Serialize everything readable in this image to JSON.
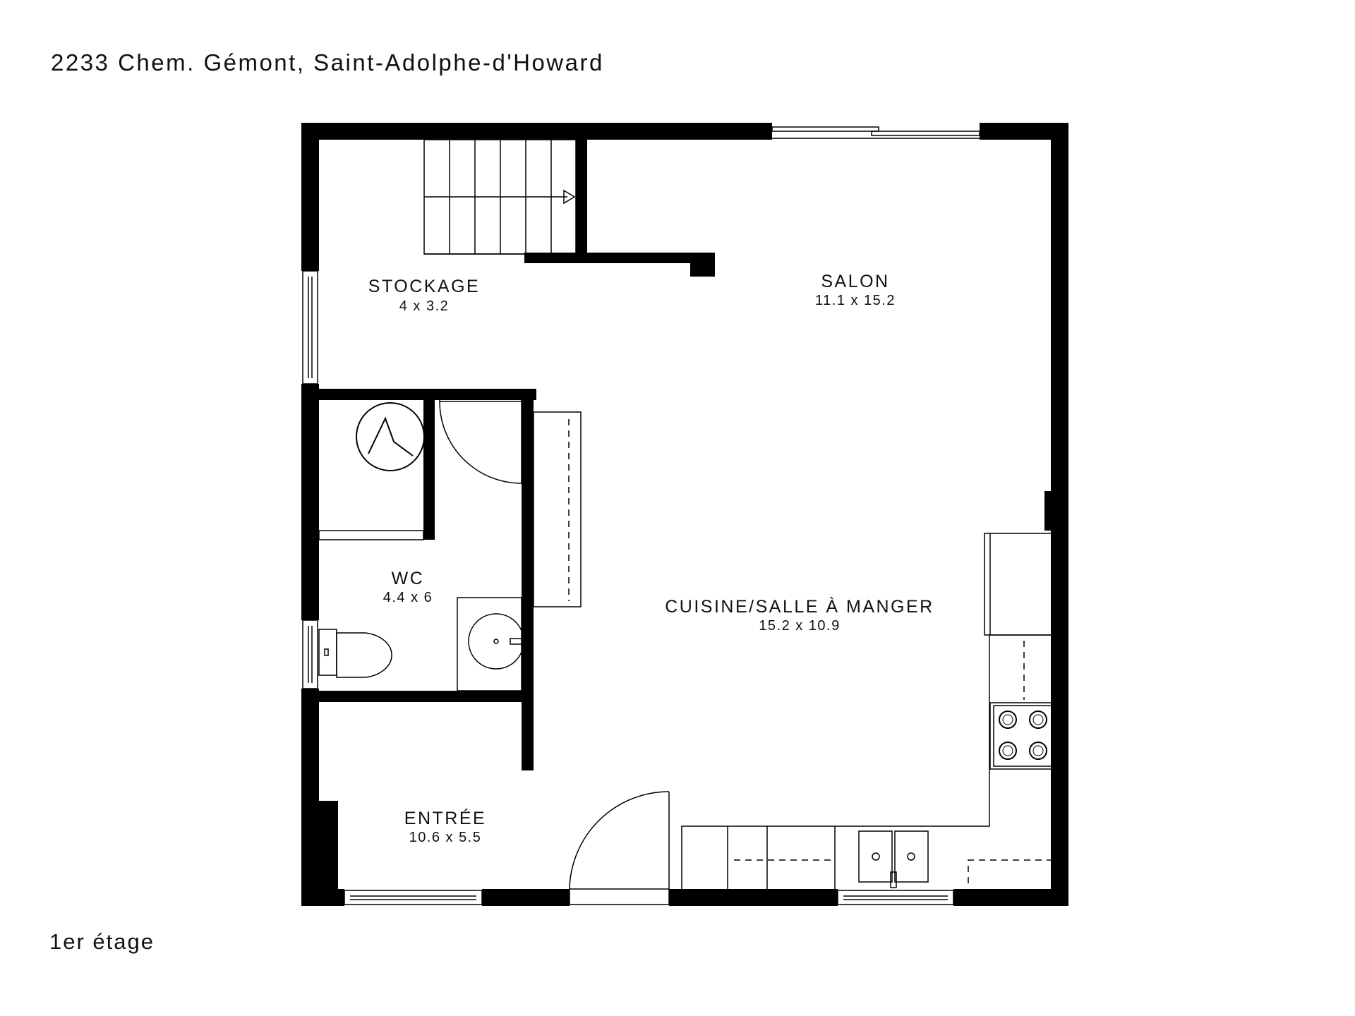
{
  "header": {
    "address": "2233 Chem. Gémont, Saint-Adolphe-d'Howard"
  },
  "footer": {
    "floor_label": "1er étage"
  },
  "rooms": [
    {
      "key": "stockage",
      "name": "STOCKAGE",
      "dims": "4 x 3.2"
    },
    {
      "key": "salon",
      "name": "SALON",
      "dims": "11.1 x 15.2"
    },
    {
      "key": "wc",
      "name": "WC",
      "dims": "4.4 x 6"
    },
    {
      "key": "cuisine",
      "name": "CUISINE/SALLE À MANGER",
      "dims": "15.2 x 10.9"
    },
    {
      "key": "entree",
      "name": "ENTRÉE",
      "dims": "10.6 x 5.5"
    }
  ],
  "colors": {
    "wall": "#000000",
    "line": "#000000",
    "background": "#ffffff"
  }
}
